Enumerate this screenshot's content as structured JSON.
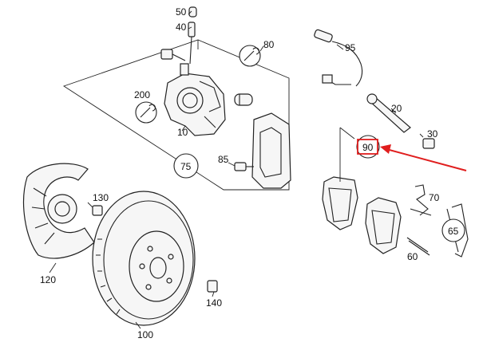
{
  "colors": {
    "line": "#222222",
    "highlight": "#e01e1e",
    "background": "#ffffff"
  },
  "callouts": {
    "p10": "10",
    "p20": "20",
    "p30": "30",
    "p40": "40",
    "p50": "50",
    "p60": "60",
    "p65": "65",
    "p70": "70",
    "p75": "75",
    "p80": "80",
    "p85": "85",
    "p90": "90",
    "p95": "95",
    "p100": "100",
    "p120": "120",
    "p130": "130",
    "p140": "140",
    "p200": "200"
  }
}
